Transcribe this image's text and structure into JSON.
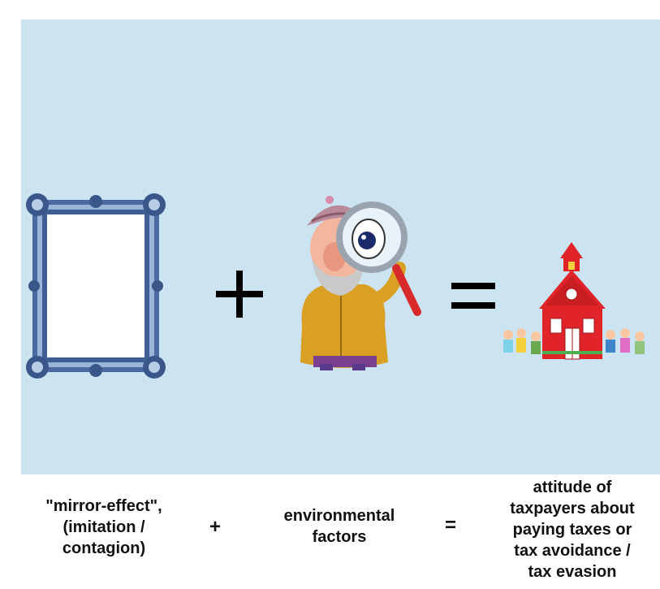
{
  "captions": {
    "mirror_effect": "\"mirror-effect\",\n(imitation /\ncontagion)",
    "plus_operator": "+",
    "environmental_factors": "environmental\nfactors",
    "equals_operator": "=",
    "attitude": "attitude of\ntaxpayers about\npaying taxes or\ntax avoidance /\ntax evasion"
  },
  "icons": {
    "mirror": "ornate-mirror-frame-icon",
    "detective": "detective-magnifying-glass-icon",
    "school": "schoolhouse-with-children-icon",
    "plus": "plus-icon",
    "equals": "equals-icon"
  },
  "colors": {
    "panel_background": "#cce4f2",
    "frame_blue": "#5c7fb0",
    "school_red": "#e0242a"
  }
}
